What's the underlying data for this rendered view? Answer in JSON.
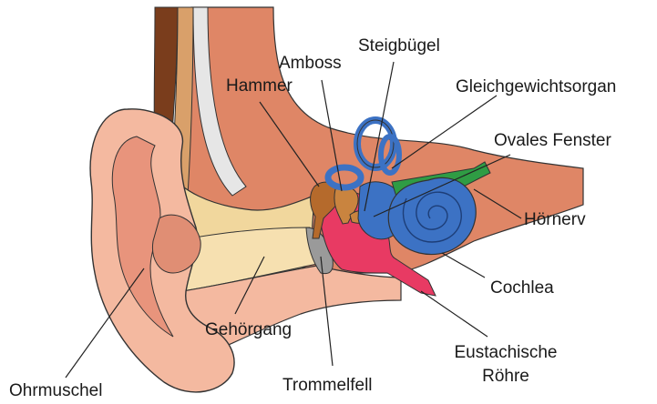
{
  "labels": {
    "steigbuegel": "Steigbügel",
    "amboss": "Amboss",
    "hammer": "Hammer",
    "gleichgewichtsorgan": "Gleichgewichtsorgan",
    "ovales_fenster": "Ovales Fenster",
    "hoernerv": "Hörnerv",
    "cochlea": "Cochlea",
    "gehoergang": "Gehörgang",
    "eustachische_1": "Eustachische",
    "eustachische_2": "Röhre",
    "ohrmuschel": "Ohrmuschel",
    "trommelfell": "Trommelfell"
  },
  "colors": {
    "skin_outer": "#f4b9a0",
    "skin_fold": "#e8947c",
    "tissue_salmon": "#df8666",
    "bone_beige": "#f1d79d",
    "hair_brown": "#7a3d1c",
    "gray_band": "#cfcfcf",
    "ossicle_brown": "#b56a2c",
    "middle_ear_pink": "#e83a63",
    "inner_ear_blue": "#3c72c4",
    "nerve_green": "#2f9c44",
    "eardrum_gray": "#9a9a9a",
    "outline": "#333333",
    "leader_line": "#222222"
  }
}
